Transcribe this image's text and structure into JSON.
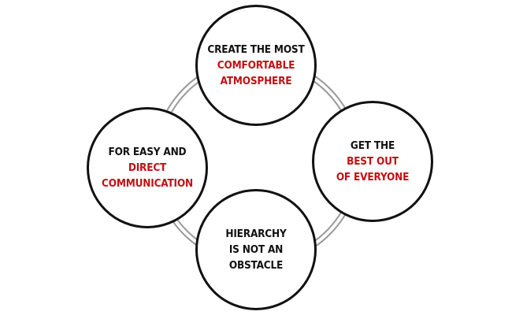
{
  "colors": {
    "dark": "#111111",
    "accent": "#c40f14",
    "ring": "#9a9a9a"
  },
  "nodes": {
    "top": {
      "lines": [
        "CREATE THE MOST",
        "COMFORTABLE",
        "ATMOSPHERE"
      ]
    },
    "left": {
      "lines": [
        "FOR EASY AND",
        "DIRECT",
        "COMMUNICATION"
      ]
    },
    "right": {
      "lines": [
        "GET THE",
        "BEST OUT",
        "OF EVERYONE"
      ]
    },
    "bottom": {
      "lines": [
        "HIERARCHY",
        "IS NOT AN",
        "OBSTACLE"
      ]
    }
  }
}
